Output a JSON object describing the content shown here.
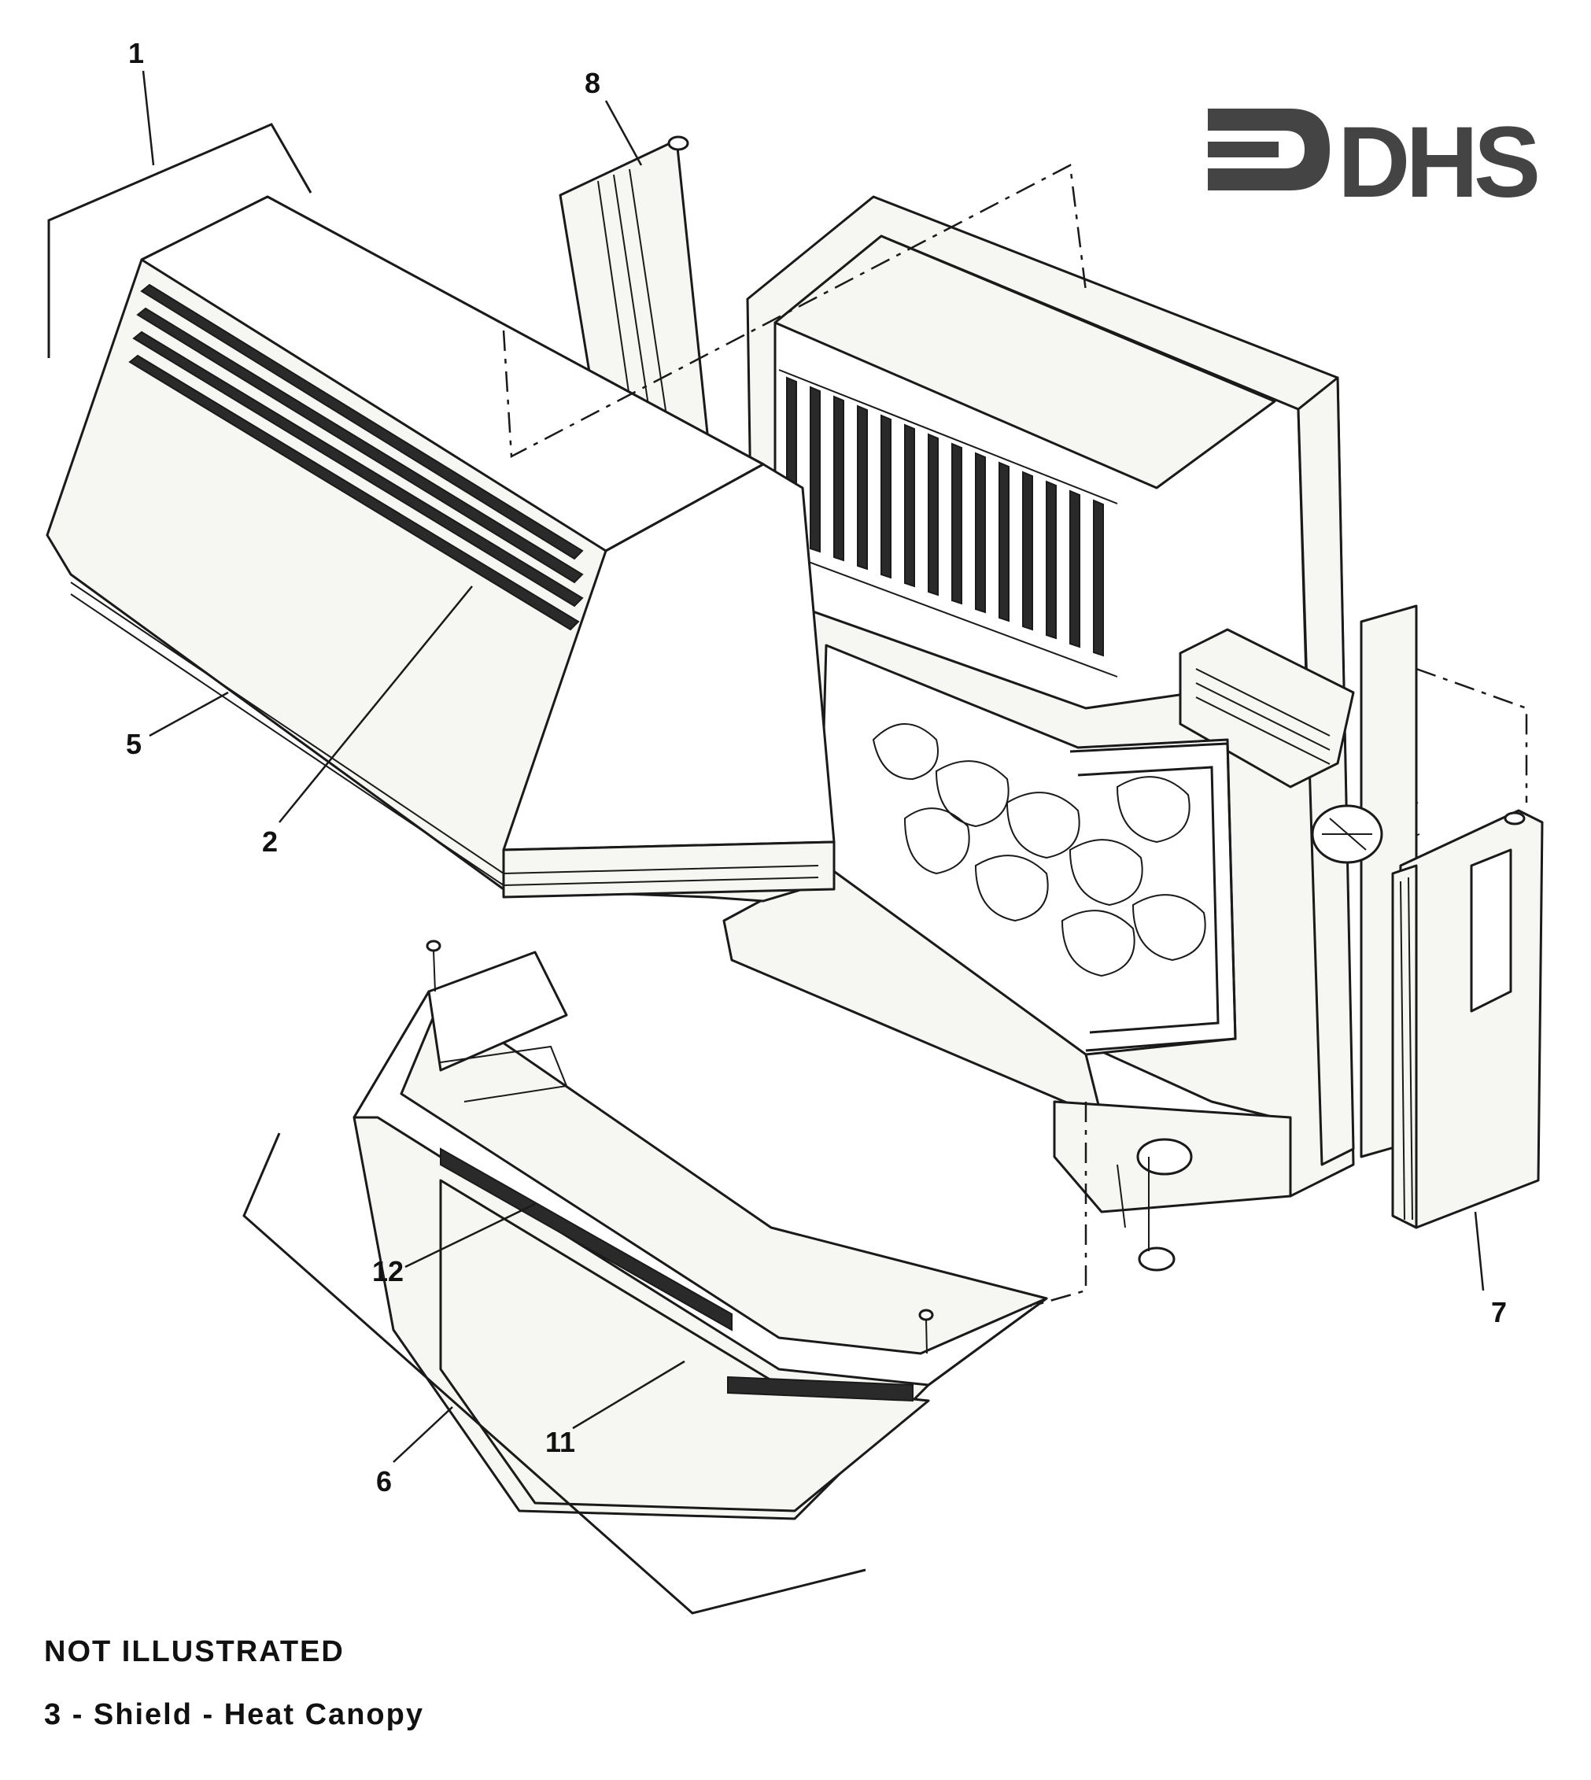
{
  "logo": {
    "text": "DHS",
    "color": "#444444"
  },
  "callouts": [
    "1",
    "2",
    "5",
    "6",
    "7",
    "8",
    "11",
    "12"
  ],
  "note": {
    "heading": "NOT ILLUSTRATED",
    "item": "3 - Shield - Heat Canopy"
  }
}
